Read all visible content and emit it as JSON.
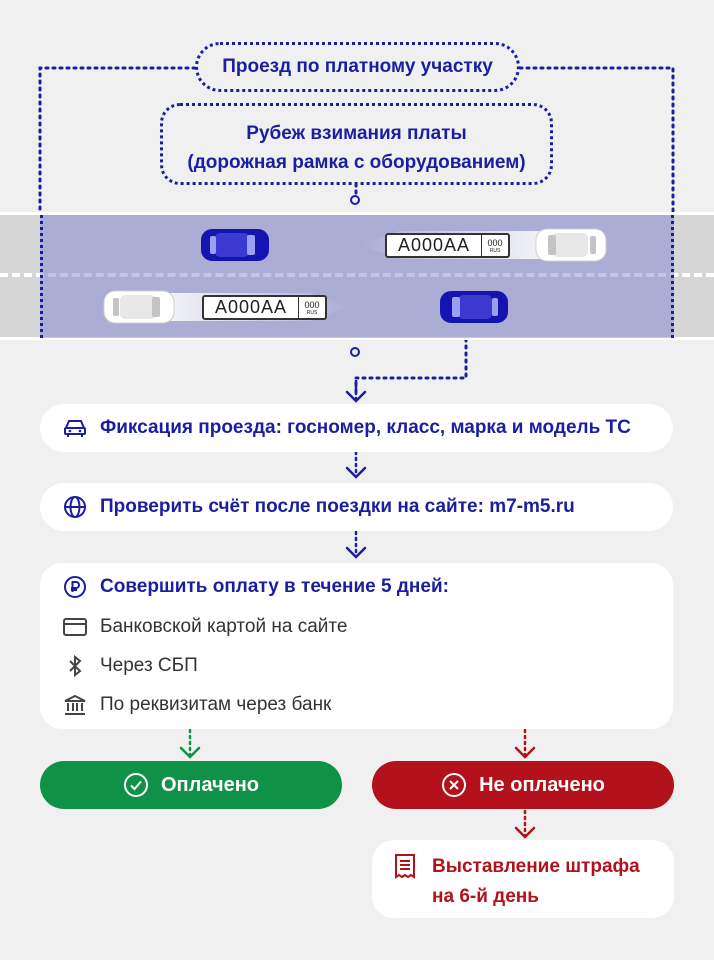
{
  "header": {
    "title": "Проезд по платному участку",
    "toll_line1": "Рубеж взимания платы",
    "toll_line2": "(дорожная рамка с оборудованием)"
  },
  "plates": [
    {
      "number": "А000АА",
      "region": "000",
      "country": "RUS"
    },
    {
      "number": "А000АА",
      "region": "000",
      "country": "RUS"
    }
  ],
  "steps": {
    "fixation": {
      "icon": "car-icon",
      "text": "Фиксация проезда: госномер, класс, марка и модель ТС"
    },
    "check": {
      "icon": "globe-icon",
      "text": "Проверить счёт после поездки на сайте: m7-m5.ru"
    },
    "payment": {
      "icon": "ruble-icon",
      "title": "Совершить оплату в течение 5 дней:",
      "methods": [
        {
          "icon": "card-icon",
          "label": "Банковской картой на сайте"
        },
        {
          "icon": "bluetooth-icon",
          "label": "Через СБП"
        },
        {
          "icon": "bank-icon",
          "label": "По реквизитам через банк"
        }
      ]
    }
  },
  "outcomes": {
    "paid": {
      "icon": "check-circle-icon",
      "label": "Оплачено",
      "color": "#0f9148"
    },
    "unpaid": {
      "icon": "x-circle-icon",
      "label": "Не оплачено",
      "color": "#b3111b"
    },
    "fine": {
      "icon": "document-icon",
      "line1": "Выставление штрафа",
      "line2": "на 6-й день"
    }
  },
  "colors": {
    "accent": "#1a1fa0",
    "road": "#d6d6d6",
    "zone": "#b4b6da",
    "background": "#f0f0f0"
  }
}
